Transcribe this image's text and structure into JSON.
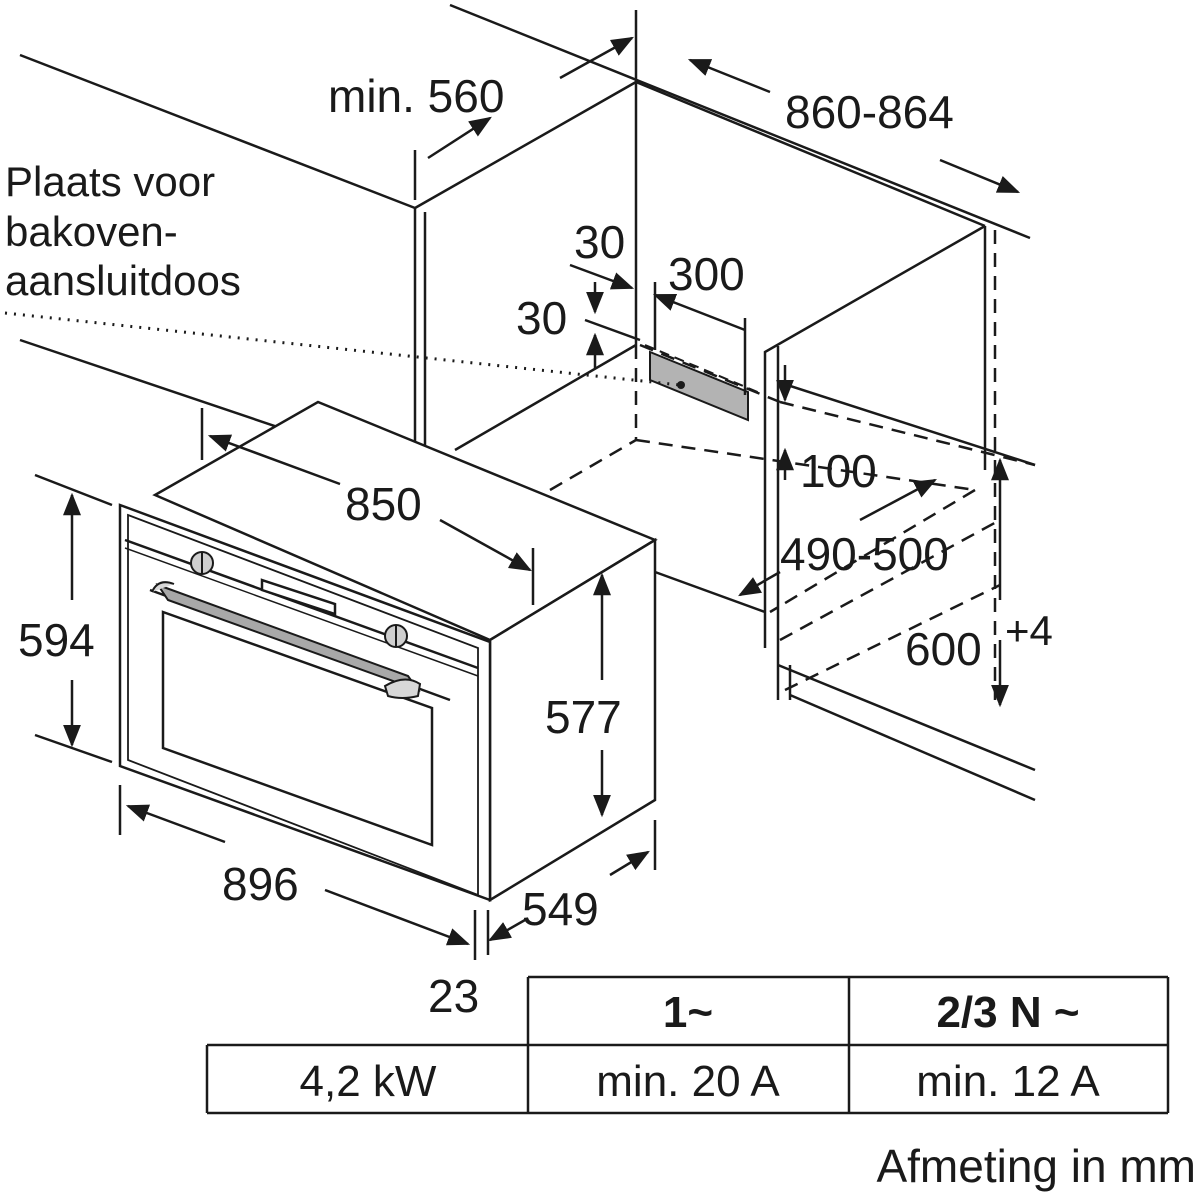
{
  "labels": {
    "cabinet_depth": "min. 560",
    "cabinet_width": "860-864",
    "socket_note": [
      "Plaats voor",
      "bakoven-",
      "aansluitdoos"
    ],
    "socket_offset_side": "30",
    "socket_width": "300",
    "socket_offset_top": "30",
    "oven_width_inner": "850",
    "oven_height": "594",
    "oven_body_height": "577",
    "oven_front_width": "896",
    "oven_depth": "549",
    "front_thickness": "23",
    "gap_100": "100",
    "niche_width": "490-500",
    "niche_height": "600",
    "niche_height_tol": "+4"
  },
  "table": {
    "col1_header": "1~",
    "col2_header": "2/3 N ~",
    "row_label": "4,2 kW",
    "col1_value": "min. 20 A",
    "col2_value": "min. 12 A"
  },
  "units_note": "Afmeting in mm"
}
